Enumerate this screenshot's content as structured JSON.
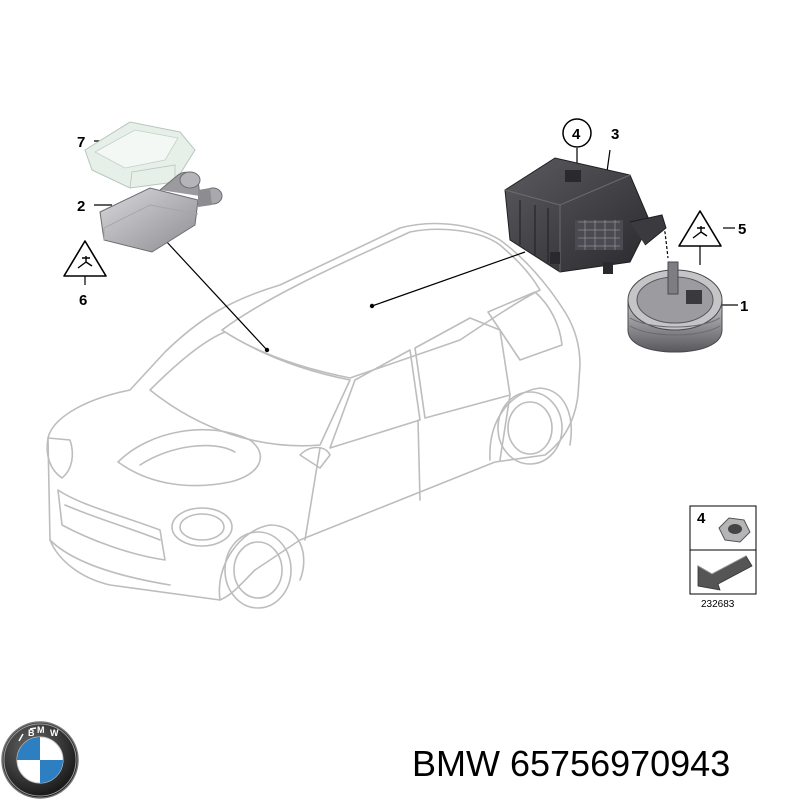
{
  "diagram": {
    "callouts": [
      {
        "id": "7",
        "label": "7"
      },
      {
        "id": "2",
        "label": "2"
      },
      {
        "id": "6",
        "label": "6"
      },
      {
        "id": "4",
        "label": "4"
      },
      {
        "id": "3",
        "label": "3"
      },
      {
        "id": "5",
        "label": "5"
      },
      {
        "id": "1",
        "label": "1"
      }
    ],
    "inset": {
      "label": "4",
      "code": "232683"
    }
  },
  "footer": {
    "brand_logo_text": "BMW",
    "part_number": "BMW 65756970943"
  },
  "colors": {
    "car_outline": "#bdbdbd",
    "part_dark": "#3a3a3f",
    "part_light": "#e4eee6",
    "logo_blue": "#2d7fc1"
  }
}
